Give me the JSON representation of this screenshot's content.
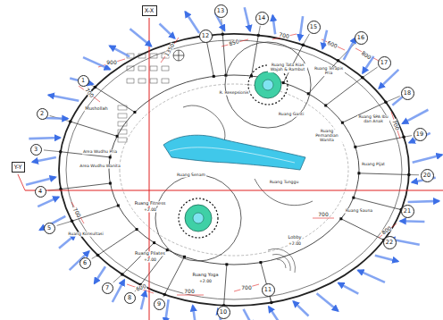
{
  "diagram": {
    "nodes": [
      {
        "text": [
          "1"
        ]
      },
      {
        "text": [
          "2"
        ]
      },
      {
        "text": [
          "3"
        ]
      },
      {
        "text": [
          "4"
        ]
      },
      {
        "text": [
          "5"
        ]
      },
      {
        "text": [
          "6"
        ]
      },
      {
        "text": [
          "7"
        ]
      },
      {
        "text": [
          "8"
        ]
      },
      {
        "text": [
          "9"
        ]
      },
      {
        "text": [
          "10"
        ]
      },
      {
        "text": [
          "11"
        ]
      },
      {
        "text": [
          "12"
        ]
      },
      {
        "text": [
          "13"
        ]
      },
      {
        "text": [
          "14"
        ]
      },
      {
        "text": [
          "15"
        ]
      },
      {
        "text": [
          "16"
        ]
      },
      {
        "text": [
          "17"
        ]
      },
      {
        "text": [
          "18"
        ]
      },
      {
        "text": [
          "19"
        ]
      },
      {
        "text": [
          "20"
        ]
      },
      {
        "text": [
          "21"
        ]
      },
      {
        "text": [
          "22"
        ]
      },
      {
        "text": [
          "X-X"
        ]
      },
      {
        "text": [
          "Y-Y"
        ]
      }
    ],
    "labels": [
      "900",
      "1350",
      "850",
      "700",
      "600",
      "800",
      "700",
      "700",
      "800",
      "700",
      "600",
      "700",
      "700",
      "700",
      "Mushollah",
      "Area Wudhu Pria",
      "Area Wudhu Wanita",
      "Ruang Fitness",
      "+2.00",
      "Ruang Pilates",
      "+2.00",
      "Ruang Yoga",
      "+2.00",
      "Lobby",
      "+2.00",
      "Ruang Senam",
      "R. Resepsionis",
      "Ruang Tata Rias Wajah & Rambut",
      "Ruang Terapis Pria",
      "Ruang Pemandian Wanita",
      "Ruang Tunggu",
      "Ruang SPA Ibu dan Anak",
      "Ruang Pijat",
      "Ruang Sauna",
      "Ruang Konsultasi",
      "Ruang Ganti"
    ]
  }
}
